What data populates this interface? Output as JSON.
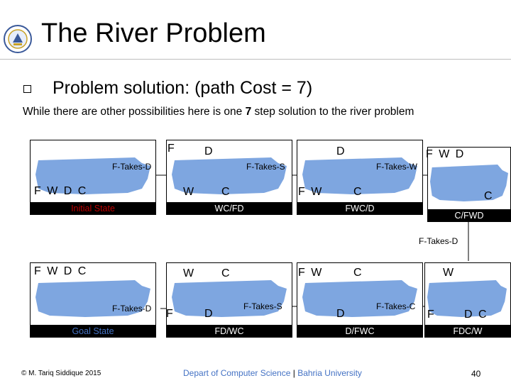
{
  "slide": {
    "title": "The River Problem",
    "bullet": "Problem solution: (path Cost = 7)",
    "intro_pre": "While there are other possibilities here is one ",
    "intro_bold": "7",
    "intro_post": " step solution to the river problem"
  },
  "states": [
    {
      "id": "s0",
      "top_right": "",
      "top_mid": "",
      "bottom_left": "F W D C",
      "bottom_right": "",
      "caption": "Initial State",
      "caption_style": "init"
    },
    {
      "id": "s1",
      "top_left": "F",
      "top_right": "D",
      "bottom_left": "W",
      "bottom_right": "C",
      "caption": "WC/FD"
    },
    {
      "id": "s2",
      "top_right": "D",
      "bottom_left": "F W",
      "bottom_right": "C",
      "caption": "FWC/D"
    },
    {
      "id": "s3",
      "top_right": "F W D",
      "bottom_right": "C",
      "caption": "C/FWD"
    },
    {
      "id": "s4",
      "top_right": "W",
      "bottom_left": "F",
      "bottom_right": "D C",
      "caption": "FDC/W"
    },
    {
      "id": "s5",
      "top_left": "F W",
      "top_right": "C",
      "bottom_right": "D",
      "caption": "D/FWC"
    },
    {
      "id": "s6",
      "top_left": "W",
      "top_right": "C",
      "bottom_left": "F",
      "bottom_right": "D",
      "caption": "FD/WC"
    },
    {
      "id": "s7",
      "top_left": "F W D C",
      "caption": "Goal State",
      "caption_style": "goal"
    }
  ],
  "moves": {
    "m1": "F-Takes-D",
    "m2": "F-Takes-S",
    "m3": "F-Takes-W",
    "m4": "F-Takes-D",
    "m5": "F-Takes-C",
    "m6": "F-Takes-S",
    "m7": "F-Takes-D"
  },
  "footer": {
    "author": "© M. Tariq Siddique 2015",
    "dept": "Depart of Computer Science",
    "sep": " | ",
    "univ": "Bahria University",
    "page": "40"
  },
  "colors": {
    "river": "#7ea6e0",
    "caption_bg": "#000000",
    "initial": "#c00000",
    "goal": "#4472c4",
    "footer_link": "#4472c4"
  }
}
